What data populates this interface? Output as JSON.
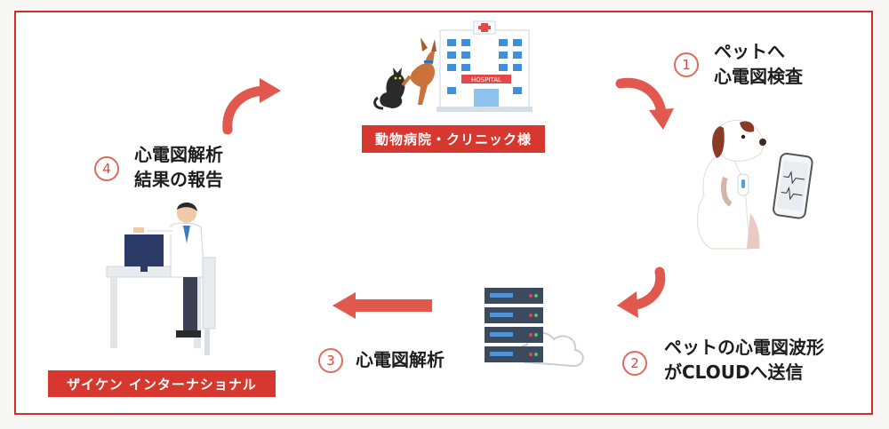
{
  "clinic_label": "動物病院・クリニック様",
  "company_label": "ザイケン インターナショナル",
  "hospital_sign": "HOSPITAL",
  "steps": [
    {
      "num": "1",
      "line1": "ペットへ",
      "line2": "心電図検査"
    },
    {
      "num": "2",
      "line1": "ペットの心電図波形",
      "line2": "がCLOUDへ送信"
    },
    {
      "num": "3",
      "line1": "心電図解析",
      "line2": ""
    },
    {
      "num": "4",
      "line1": "心電図解析",
      "line2": "結果の報告"
    }
  ],
  "colors": {
    "accent": "#d6372f",
    "arrow": "#e0584e",
    "frame": "#d62b2b"
  }
}
